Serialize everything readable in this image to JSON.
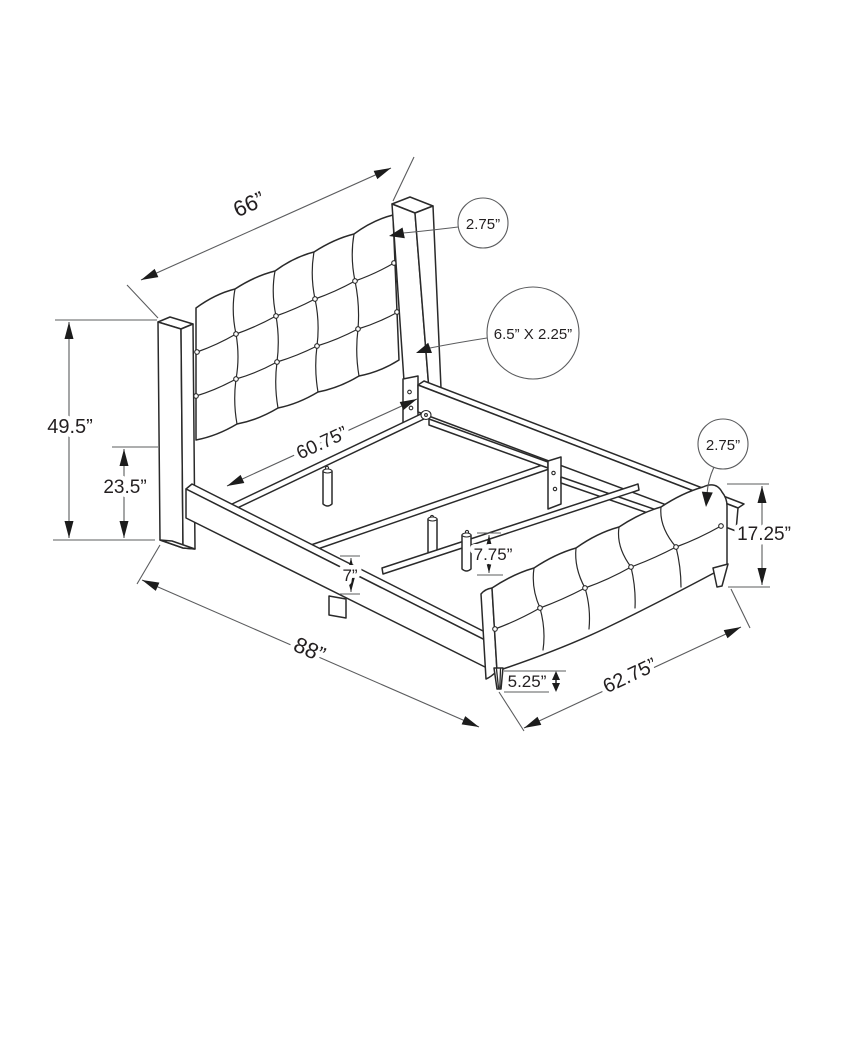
{
  "figure": {
    "type": "technical line drawing",
    "subject": "Upholstered tufted bed frame with wing headboard, footboard, slat support system and legs — dimension diagram"
  },
  "colors": {
    "background": "#ffffff",
    "drawing_line": "#2a2a2a",
    "dimension_line": "#5b5c5e",
    "text": "#231f20"
  },
  "dims": {
    "headboard_width": "66”",
    "headboard_post_thickness": "2.75”",
    "headboard_leg_cross_section": "6.5” X 2.25”",
    "headboard_height": "49.5”",
    "rail_top_height": "23.5”",
    "slat_length": "60.75”",
    "footboard_thickness": "2.75”",
    "footboard_height": "17.25”",
    "center_leg_height": "7.75”",
    "side_rail_height": "7”",
    "bed_length": "88”",
    "front_leg_height": "5.25”",
    "footboard_width": "62.75”"
  }
}
